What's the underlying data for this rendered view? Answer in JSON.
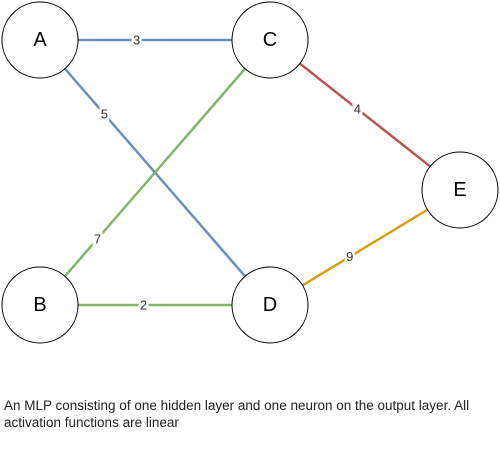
{
  "nodes": [
    {
      "id": "A",
      "label": "A"
    },
    {
      "id": "B",
      "label": "B"
    },
    {
      "id": "C",
      "label": "C"
    },
    {
      "id": "D",
      "label": "D"
    },
    {
      "id": "E",
      "label": "E"
    }
  ],
  "edges": [
    {
      "from": "A",
      "to": "C",
      "weight": "3",
      "color": "#6c8ebf"
    },
    {
      "from": "A",
      "to": "D",
      "weight": "5",
      "color": "#6c8ebf"
    },
    {
      "from": "B",
      "to": "C",
      "weight": "7",
      "color": "#82b366"
    },
    {
      "from": "B",
      "to": "D",
      "weight": "2",
      "color": "#82b366"
    },
    {
      "from": "C",
      "to": "E",
      "weight": "4",
      "color": "#b85450"
    },
    {
      "from": "D",
      "to": "E",
      "weight": "9",
      "color": "#d6a016"
    }
  ],
  "caption": "An MLP consisting of one hidden layer and one neuron on the output layer. All activation functions are linear"
}
